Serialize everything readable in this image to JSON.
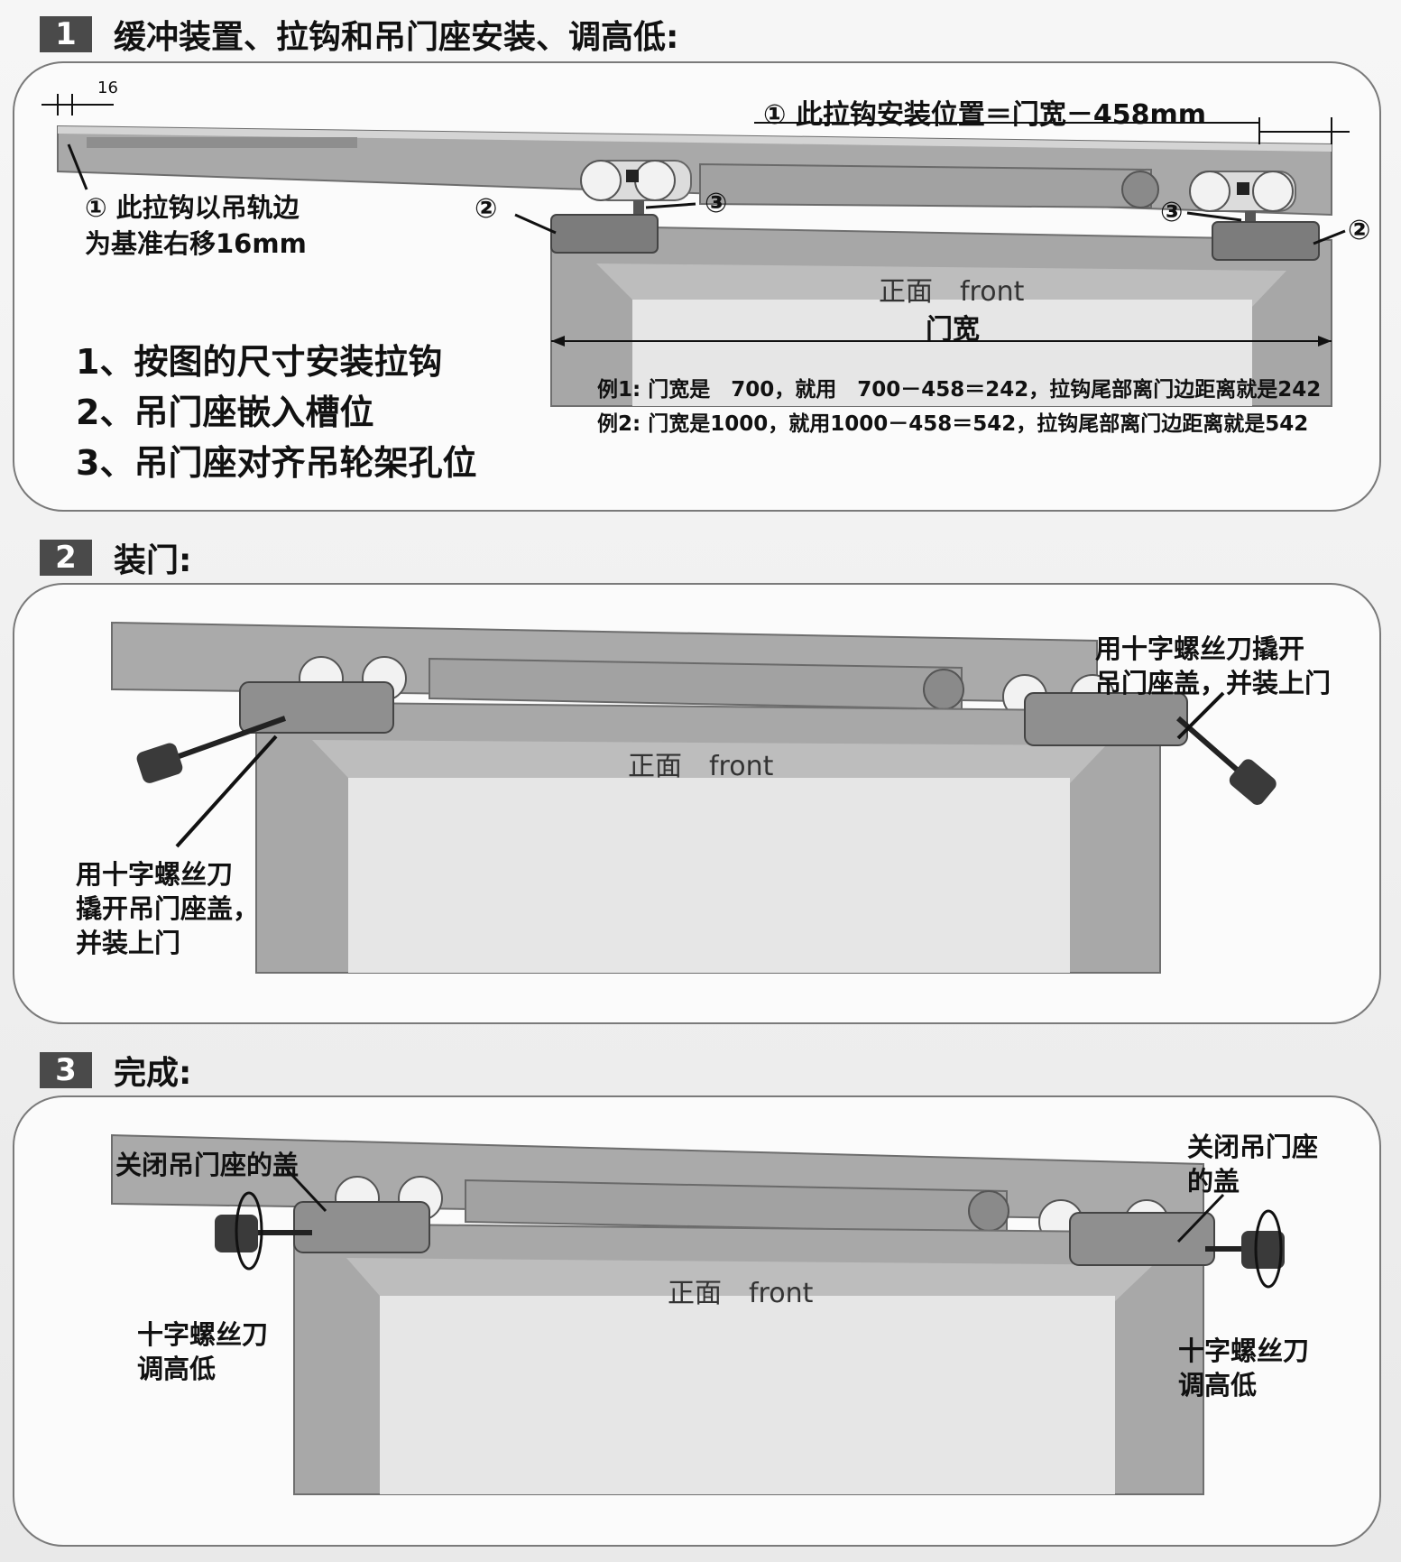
{
  "steps": [
    {
      "number": "1",
      "title": "缓冲装置、拉钩和吊门座安装、调高低:",
      "dim_16": "16",
      "label_hook_position": "① 此拉钩安装位置＝门宽－458mm",
      "label_hook_offset": "① 此拉钩以吊轨边\n为基准右移16mm",
      "callout_2": "②",
      "callout_3": "③",
      "front_label": "正面　front",
      "door_width_label": "门宽",
      "instructions": [
        "1、按图的尺寸安装拉钩",
        "2、吊门座嵌入槽位",
        "3、吊门座对齐吊轮架孔位"
      ],
      "example_1": "例1: 门宽是　700，就用　700－458＝242，拉钩尾部离门边距离就是242",
      "example_2": "例2: 门宽是1000，就用1000－458＝542，拉钩尾部离门边距离就是542"
    },
    {
      "number": "2",
      "title": "装门:",
      "front_label": "正面　front",
      "note_right": "用十字螺丝刀撬开\n吊门座盖，并装上门",
      "note_left": "用十字螺丝刀\n撬开吊门座盖，\n并装上门"
    },
    {
      "number": "3",
      "title": "完成:",
      "front_label": "正面　front",
      "close_cap_left": "关闭吊门座的盖",
      "close_cap_right": "关闭吊门座\n的盖",
      "adjust_left": "十字螺丝刀\n调高低",
      "adjust_right": "十字螺丝刀\n调高低"
    }
  ]
}
